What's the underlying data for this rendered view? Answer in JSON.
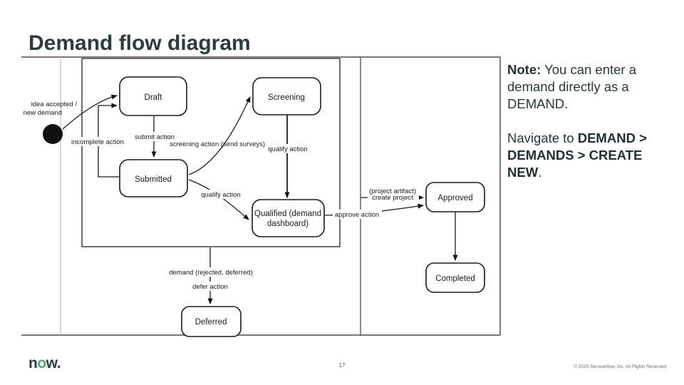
{
  "slide": {
    "title": "Demand flow diagram",
    "page_number": "17",
    "copyright": "© 2020 ServiceNow, Inc. All Rights Reserved",
    "logo_n": "n",
    "logo_o": "o",
    "logo_w": "w."
  },
  "note": {
    "bold_lead": "Note:",
    "line1_rest": " You can enter a",
    "line2": "demand directly as a",
    "line3": "DEMAND.",
    "nav_line1_prefix": "Navigate to ",
    "nav_line1_bold": "DEMAND >",
    "nav_line2_bold": "DEMANDS > CREATE",
    "nav_line3_bold": "NEW",
    "nav_line3_suffix": "."
  },
  "diagram": {
    "start_label_line1": "idea accepted /",
    "start_label_line2": "new demand",
    "states": {
      "draft": "Draft",
      "screening": "Screening",
      "submitted": "Submitted",
      "qualified_line1": "Qualified (demand",
      "qualified_line2": "dashboard)",
      "approved": "Approved",
      "completed": "Completed",
      "deferred": "Deferred"
    },
    "transitions": {
      "submit": "submit action",
      "incomplete": "incomplete action",
      "screening": "screening action (send surveys)",
      "qualify_top": "qualify action",
      "qualify_bottom": "qualify action",
      "approve": "approve action",
      "project_artifact": "(project artifact)",
      "create_project": "create project",
      "demand_rejected": "demand (rejected, deferred)",
      "defer": "defer action"
    }
  },
  "colors": {
    "title": "#2B3B40",
    "body_text": "#25383C",
    "diagram_line": "#1A1A1A",
    "logo_dark": "#253C40",
    "logo_green": "#4FA873",
    "footer_muted": "#5E6B6E"
  }
}
